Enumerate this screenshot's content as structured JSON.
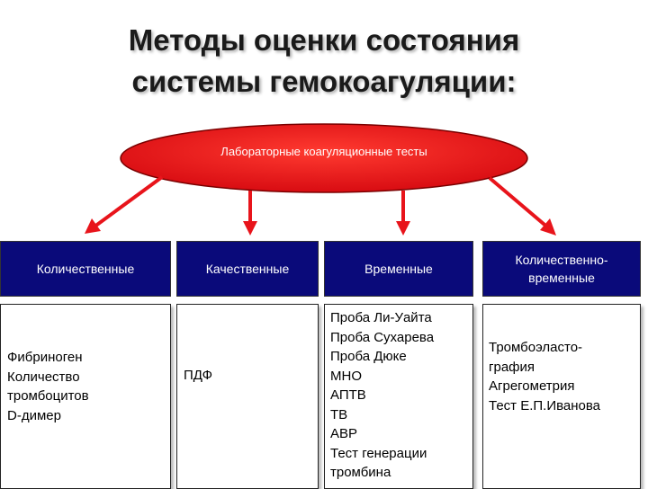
{
  "title": {
    "line1": "Методы оценки состояния",
    "line2": "системы гемокоагуляции:"
  },
  "root": {
    "label": "Лабораторные коагуляционные тесты"
  },
  "categories": [
    {
      "header_lines": [
        "Количественные"
      ],
      "items": [
        "Фибриноген",
        "Количество",
        "тромбоцитов",
        "D-димер"
      ]
    },
    {
      "header_lines": [
        "Качественные"
      ],
      "items": [
        "ПДФ"
      ]
    },
    {
      "header_lines": [
        "Временные"
      ],
      "items": [
        "Проба Ли-Уайта",
        "Проба Сухарева",
        "Проба Дюке",
        "МНО",
        "АПТВ",
        "ТВ",
        "АВР",
        "Тест генерации",
        "тромбина"
      ]
    },
    {
      "header_lines": [
        "Количественно-",
        "временные"
      ],
      "items": [
        "Тромбоэласто-",
        "графия",
        "Агрегометрия",
        "Тест Е.П.Иванова"
      ]
    }
  ],
  "colors": {
    "ellipse": "#e8141b",
    "arrow": "#e8141b",
    "header": "#0a0a7a"
  }
}
